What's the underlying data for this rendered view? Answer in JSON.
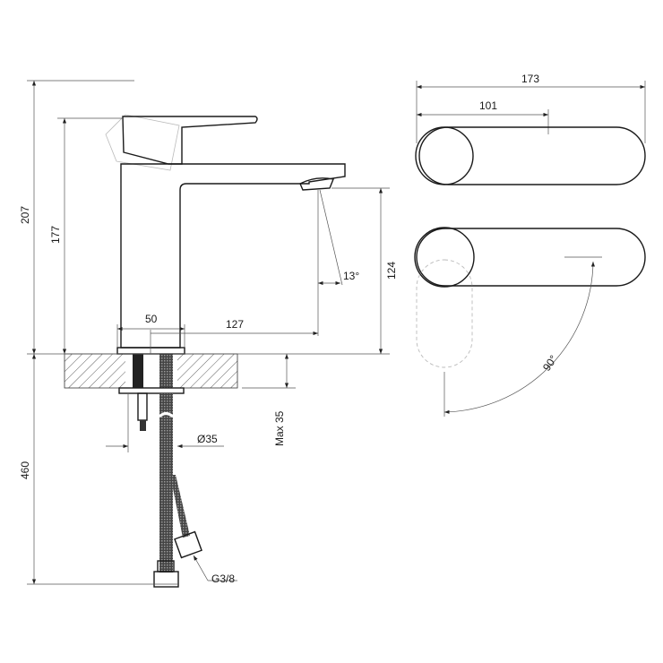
{
  "drawing": {
    "side_view": {
      "dim_total_height": "207",
      "dim_body_height": "177",
      "dim_spout_height": "124",
      "dim_spout_angle": "13°",
      "dim_base_width": "50",
      "dim_spout_reach": "127",
      "dim_max_counter": "Max 35",
      "dim_hole_diameter": "Ø35",
      "dim_hose_length": "460",
      "dim_connection": "G3/8"
    },
    "top_view": {
      "dim_overall_length": "173",
      "dim_handle_length": "101",
      "dim_rotation": "90°"
    },
    "colors": {
      "line": "#1a1a1a",
      "dim": "#555555",
      "ghost": "#bbbbbb"
    }
  }
}
